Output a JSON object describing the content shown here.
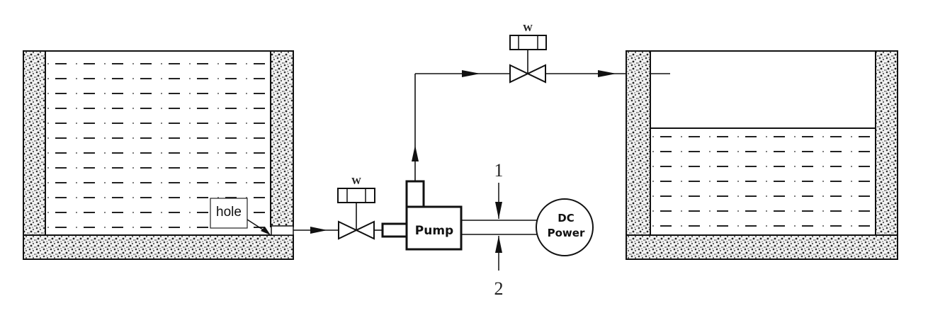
{
  "diagram": {
    "labels": {
      "hole": "hole",
      "pump": "Pump",
      "dc_line1": "DC",
      "dc_line2": "Power",
      "valve_left": "W",
      "valve_top": "W",
      "point_1": "1",
      "point_2": "2"
    },
    "colors": {
      "line": "#111111",
      "water_dash": "#222222",
      "background": "#ffffff",
      "wall_fill": "#d9d9d9"
    }
  }
}
